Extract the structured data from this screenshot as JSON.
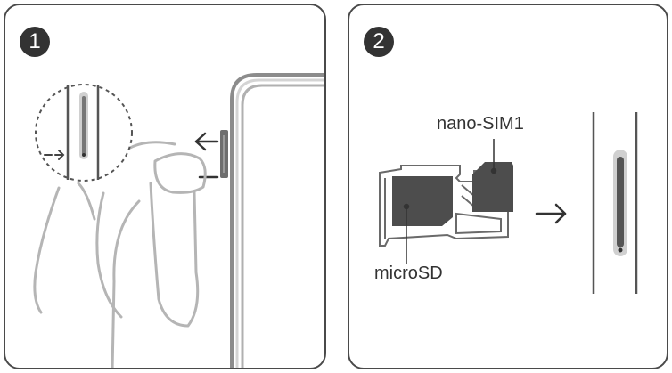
{
  "steps": [
    {
      "number": "1"
    },
    {
      "number": "2"
    }
  ],
  "labels": {
    "nano_sim": "nano-SIM1",
    "micro_sd": "microSD"
  },
  "colors": {
    "line": "#5a5a5a",
    "dark_card": "#4d4d4d",
    "light_fill": "#d9d9d9",
    "hand": "#b3b3b3"
  },
  "icons": [
    "push-arrow-icon",
    "insert-arrow-icon",
    "eject-arrow-icon"
  ]
}
